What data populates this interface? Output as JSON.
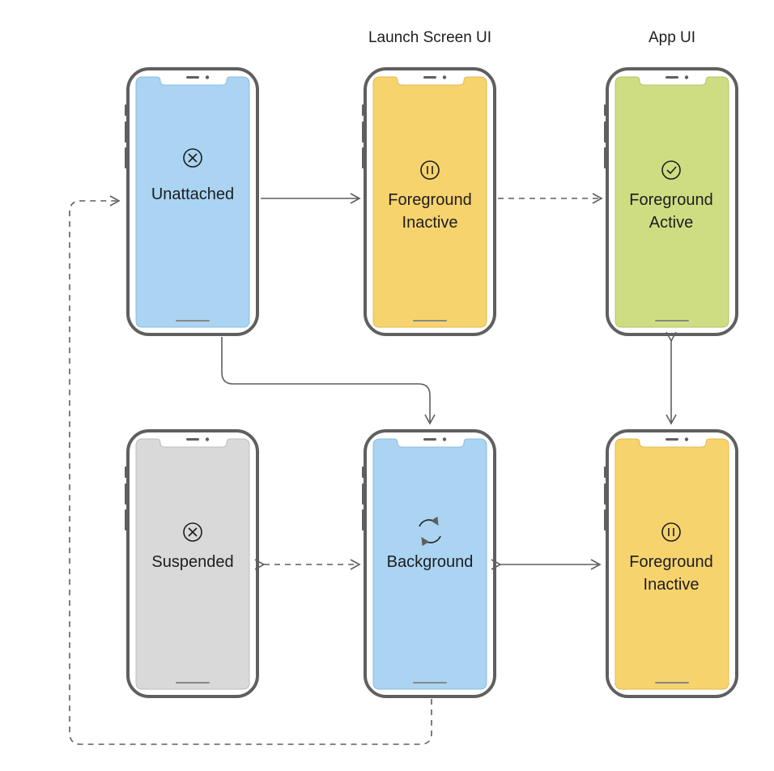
{
  "headers": {
    "launch_screen": "Launch Screen UI",
    "app_ui": "App UI"
  },
  "states": {
    "unattached": {
      "label": "Unattached",
      "icon": "x-circle-icon",
      "color": "#aad4f1"
    },
    "launch_inactive": {
      "line1": "Foreground",
      "line2": "Inactive",
      "icon": "pause-circle-icon",
      "color": "#f7d36e"
    },
    "active": {
      "line1": "Foreground",
      "line2": "Active",
      "icon": "check-circle-icon",
      "color": "#cfdd82"
    },
    "suspended": {
      "label": "Suspended",
      "icon": "x-circle-icon",
      "color": "#d9d9d9"
    },
    "background": {
      "label": "Background",
      "icon": "refresh-arrows-icon",
      "color": "#aad4f1"
    },
    "app_inactive": {
      "line1": "Foreground",
      "line2": "Inactive",
      "icon": "pause-circle-icon",
      "color": "#f7d36e"
    }
  },
  "colors": {
    "frame": "#5f5f5f",
    "arrow": "#5f5f5f"
  }
}
